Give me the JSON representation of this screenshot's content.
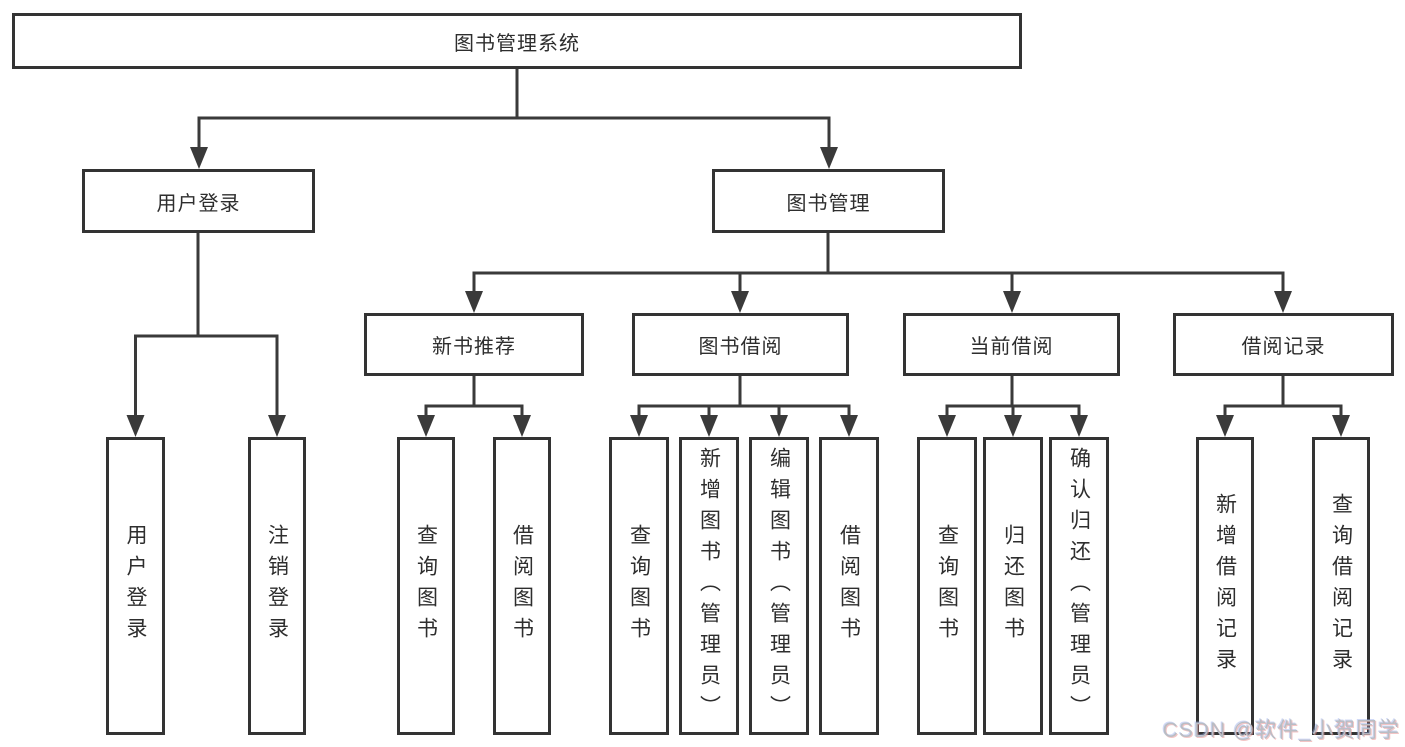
{
  "tree": {
    "label": "图书管理系统",
    "children": [
      {
        "label": "用户登录",
        "children": [
          {
            "label": "用户登录"
          },
          {
            "label": "注销登录"
          }
        ]
      },
      {
        "label": "图书管理",
        "children": [
          {
            "label": "新书推荐",
            "children": [
              {
                "label": "查询图书"
              },
              {
                "label": "借阅图书"
              }
            ]
          },
          {
            "label": "图书借阅",
            "children": [
              {
                "label": "查询图书"
              },
              {
                "label": "新增图书（管理员）"
              },
              {
                "label": "编辑图书（管理员）"
              },
              {
                "label": "借阅图书"
              }
            ]
          },
          {
            "label": "当前借阅",
            "children": [
              {
                "label": "查询图书"
              },
              {
                "label": "归还图书"
              },
              {
                "label": "确认归还（管理员）"
              }
            ]
          },
          {
            "label": "借阅记录",
            "children": [
              {
                "label": "新增借阅记录"
              },
              {
                "label": "查询借阅记录"
              }
            ]
          }
        ]
      }
    ]
  },
  "watermark": {
    "text": "CSDN @软件_小贺同学"
  },
  "colors": {
    "background": "#ffffff",
    "line": "#3a3a3a",
    "box_border": "#333333",
    "text": "#2e2e2e",
    "watermark": "#b9bdc4"
  }
}
